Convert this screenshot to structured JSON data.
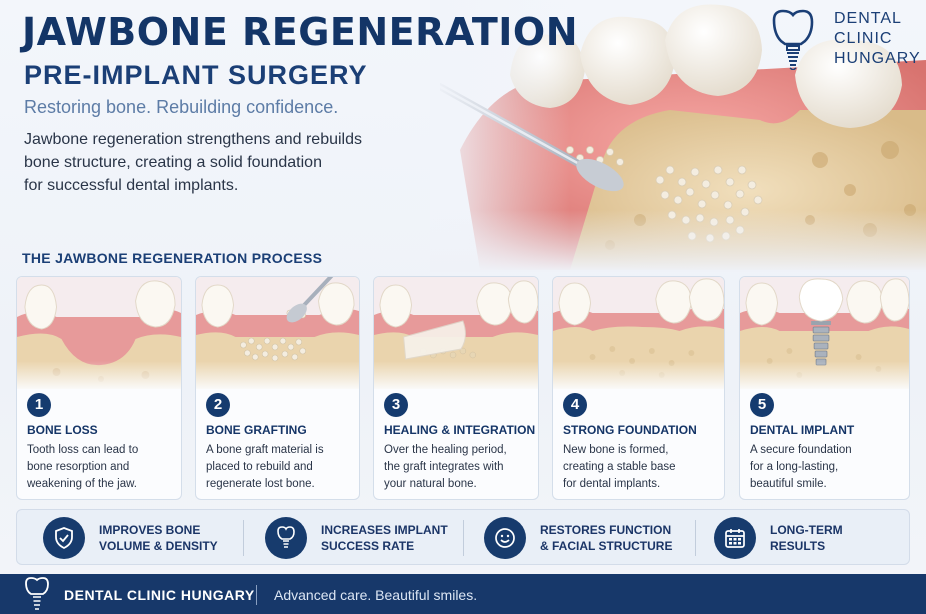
{
  "header": {
    "title": "JAWBONE REGENERATION",
    "subtitle": "PRE-IMPLANT SURGERY",
    "tagline": "Restoring bone. Rebuilding confidence.",
    "intro_lines": [
      "Jawbone regeneration strengthens and rebuilds",
      "bone structure, creating a solid foundation",
      "for successful dental implants."
    ]
  },
  "brand": {
    "lines": [
      "DENTAL",
      "CLINIC",
      "HUNGARY"
    ],
    "icon": "tooth-implant-icon"
  },
  "process": {
    "heading": "THE JAWBONE REGENERATION PROCESS",
    "steps": [
      {
        "number": "1",
        "title": "BONE LOSS",
        "desc": [
          "Tooth loss can lead to",
          "bone resorption and",
          "weakening of the jaw."
        ]
      },
      {
        "number": "2",
        "title": "BONE GRAFTING",
        "desc": [
          "A bone graft material is",
          "placed to rebuild and",
          "regenerate lost bone."
        ]
      },
      {
        "number": "3",
        "title": "HEALING & INTEGRATION",
        "desc": [
          "Over the healing period,",
          "the graft integrates with",
          "your natural bone."
        ]
      },
      {
        "number": "4",
        "title": "STRONG FOUNDATION",
        "desc": [
          "New bone is formed,",
          "creating a stable base",
          "for dental implants."
        ]
      },
      {
        "number": "5",
        "title": "DENTAL IMPLANT",
        "desc": [
          "A secure foundation",
          "for a long-lasting,",
          "beautiful smile."
        ]
      }
    ]
  },
  "benefits": [
    {
      "icon": "shield-check-icon",
      "lines": [
        "IMPROVES BONE",
        "VOLUME & DENSITY"
      ]
    },
    {
      "icon": "tooth-implant-icon",
      "lines": [
        "INCREASES IMPLANT",
        "SUCCESS RATE"
      ]
    },
    {
      "icon": "smile-icon",
      "lines": [
        "RESTORES FUNCTION",
        "& FACIAL STRUCTURE"
      ]
    },
    {
      "icon": "calendar-icon",
      "lines": [
        "LONG-TERM",
        "RESULTS"
      ]
    }
  ],
  "footer": {
    "name": "DENTAL CLINIC HUNGARY",
    "slogan": "Advanced care. Beautiful smiles."
  },
  "colors": {
    "navy": "#153b6f",
    "gum": "#e79a9a",
    "bone": "#ead4ad",
    "tooth": "#fbf8f2"
  }
}
